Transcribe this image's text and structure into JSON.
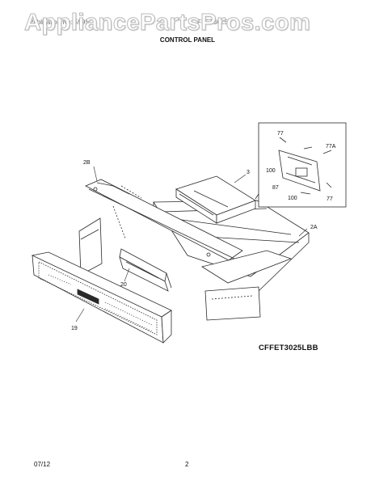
{
  "watermark": "AppliancePartsPros.com",
  "header": {
    "left": "Publication No: 5995",
    "right": "FFET3025L"
  },
  "title": "CONTROL PANEL",
  "model": "CFFET3025LBB",
  "footer": {
    "date": "07/12",
    "page": "2"
  },
  "callouts": {
    "c2b": "2B",
    "c3": "3",
    "c2a": "2A",
    "c20": "20",
    "c19": "19",
    "c77a": "77",
    "c77b": "77A",
    "c77c": "77",
    "c100a": "100",
    "c100b": "100",
    "c87": "87"
  },
  "colors": {
    "line": "#2a2a2a",
    "text": "#111111",
    "watermark_outline": "#b8b8b8"
  }
}
